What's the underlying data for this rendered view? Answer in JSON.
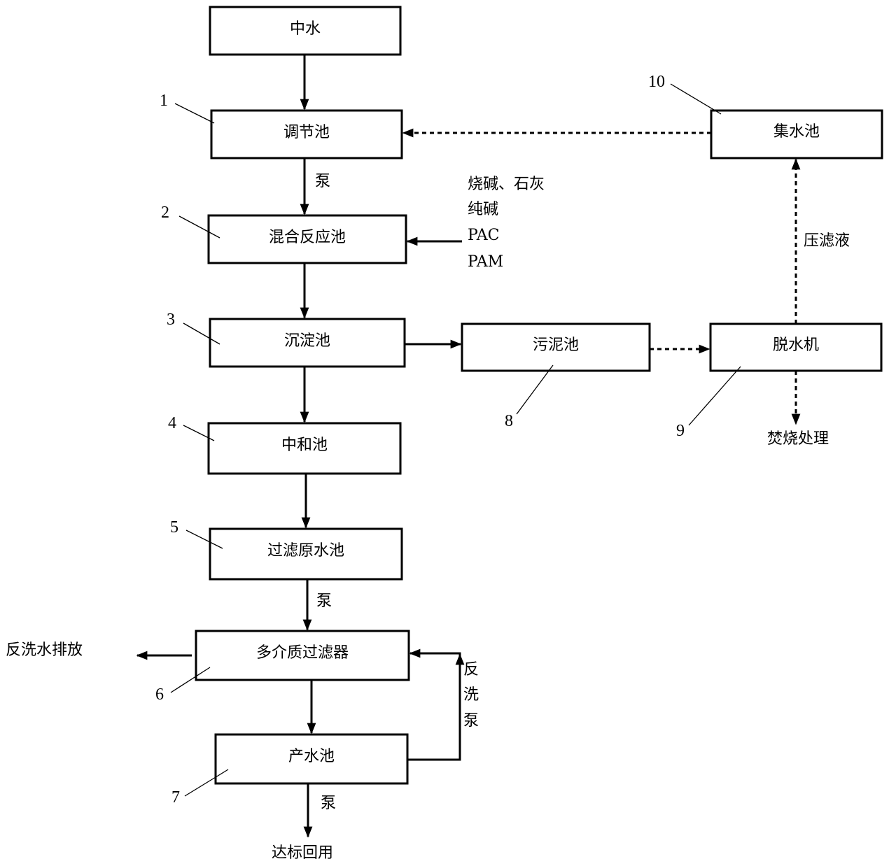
{
  "boxes": {
    "reclaimed_water": "中水",
    "equalization_tank": "调节池",
    "mixing_reaction_tank": "混合反应池",
    "sedimentation_tank": "沉淀池",
    "neutralization_tank": "中和池",
    "filter_raw_water_tank": "过滤原水池",
    "multimedia_filter": "多介质过滤器",
    "product_water_tank": "产水池",
    "sludge_tank": "污泥池",
    "dewatering_machine": "脱水机",
    "water_collection_tank": "集水池"
  },
  "labels": {
    "pump_1": "泵",
    "pump_2": "泵",
    "pump_3": "泵",
    "chemicals": [
      "烧碱、石灰",
      "纯碱",
      "PAC",
      "PAM"
    ],
    "filtrate": "压滤液",
    "incineration": "焚烧处理",
    "backwash_discharge": "反洗水排放",
    "backwash_pump": [
      "反",
      "洗",
      "泵"
    ],
    "reuse": "达标回用"
  },
  "numbers": [
    "1",
    "2",
    "3",
    "4",
    "5",
    "6",
    "7",
    "8",
    "9",
    "10"
  ]
}
